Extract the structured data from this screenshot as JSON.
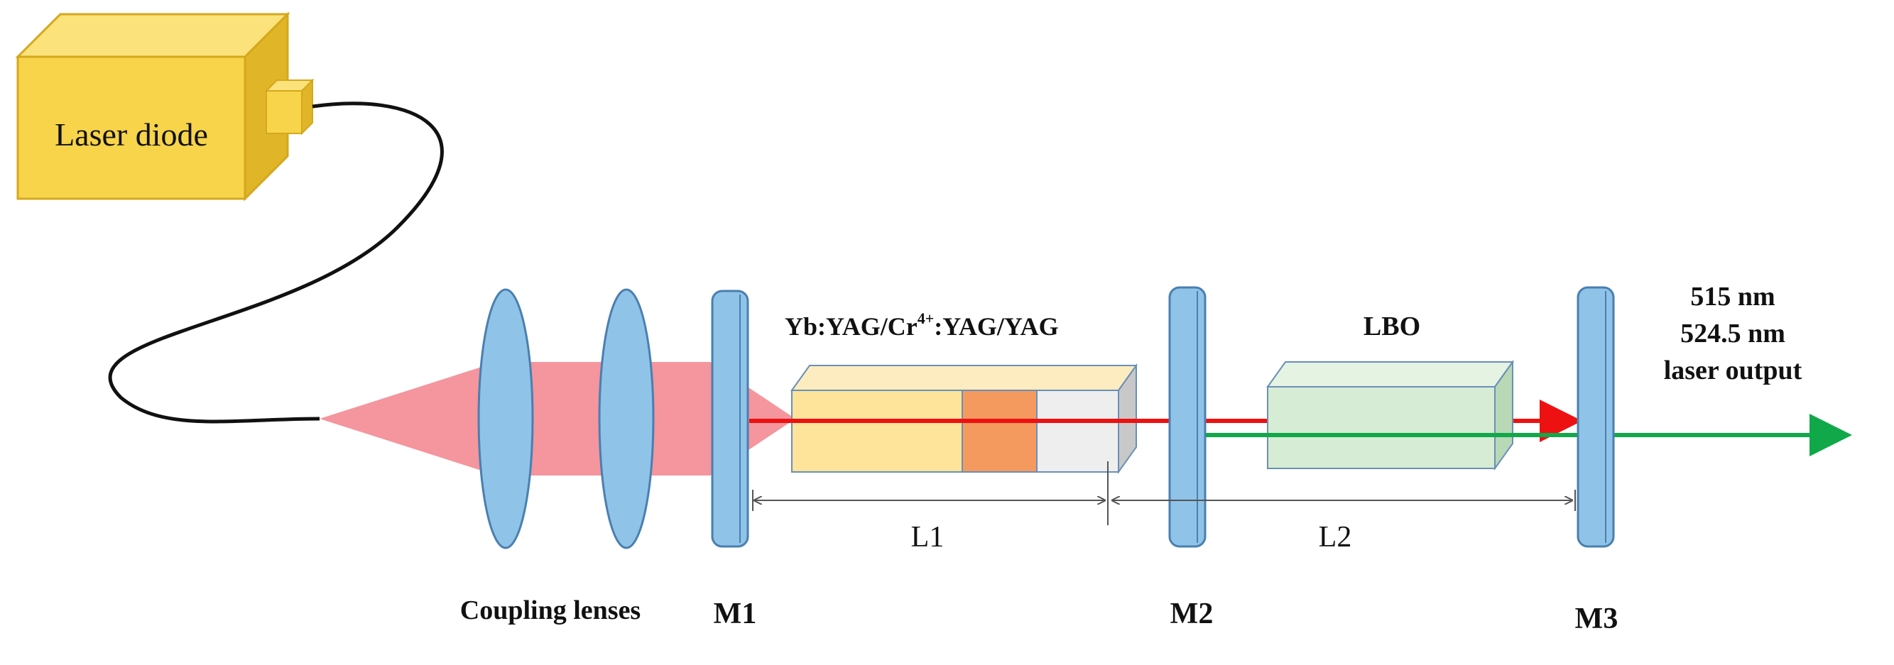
{
  "labels": {
    "laser_diode": "Laser diode",
    "crystal": "Yb:YAG/Cr",
    "crystal_sup": "4+",
    "crystal_rest": ":YAG/YAG",
    "lbo": "LBO",
    "output_line1": "515 nm",
    "output_line2": "524.5 nm",
    "output_line3": "laser output",
    "l1": "L1",
    "l2": "L2",
    "coupling_lenses": "Coupling lenses",
    "m1": "M1",
    "m2": "M2",
    "m3": "M3"
  },
  "colors": {
    "diode_front": "#f7d44a",
    "diode_top": "#fbe27a",
    "diode_side": "#e0b528",
    "lens_fill": "#8fc3e8",
    "lens_stroke": "#4a7fb0",
    "pump_beam": "#f48a92",
    "crystal_yb": "#fde49a",
    "crystal_cr": "#f59a5e",
    "crystal_yag": "#eeeeee",
    "lbo_fill": "#d6ecd4",
    "red_beam": "#ee1111",
    "green_beam": "#11a84a"
  }
}
